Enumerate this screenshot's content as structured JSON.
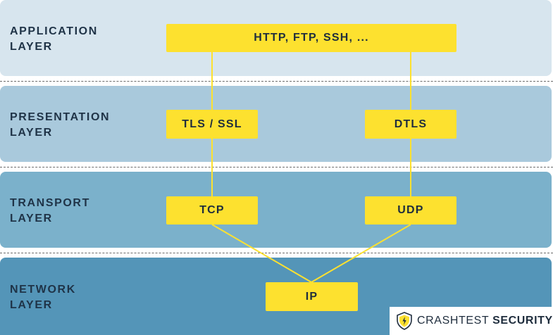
{
  "layers": [
    {
      "line1": "APPLICATION",
      "line2": "LAYER"
    },
    {
      "line1": "PRESENTATION",
      "line2": "LAYER"
    },
    {
      "line1": "TRANSPORT",
      "line2": "LAYER"
    },
    {
      "line1": "NETWORK",
      "line2": "LAYER"
    }
  ],
  "nodes": {
    "application": "HTTP, FTP, SSH, ...",
    "tls": "TLS / SSL",
    "dtls": "DTLS",
    "tcp": "TCP",
    "udp": "UDP",
    "ip": "IP"
  },
  "brand": {
    "name_regular": "CRASHTEST",
    "name_bold": "SECURITY"
  },
  "colors": {
    "node_fill": "#fde12f",
    "connector": "#fde12f",
    "text_dark": "#1f3347"
  },
  "icons": [
    "shield-icon"
  ]
}
